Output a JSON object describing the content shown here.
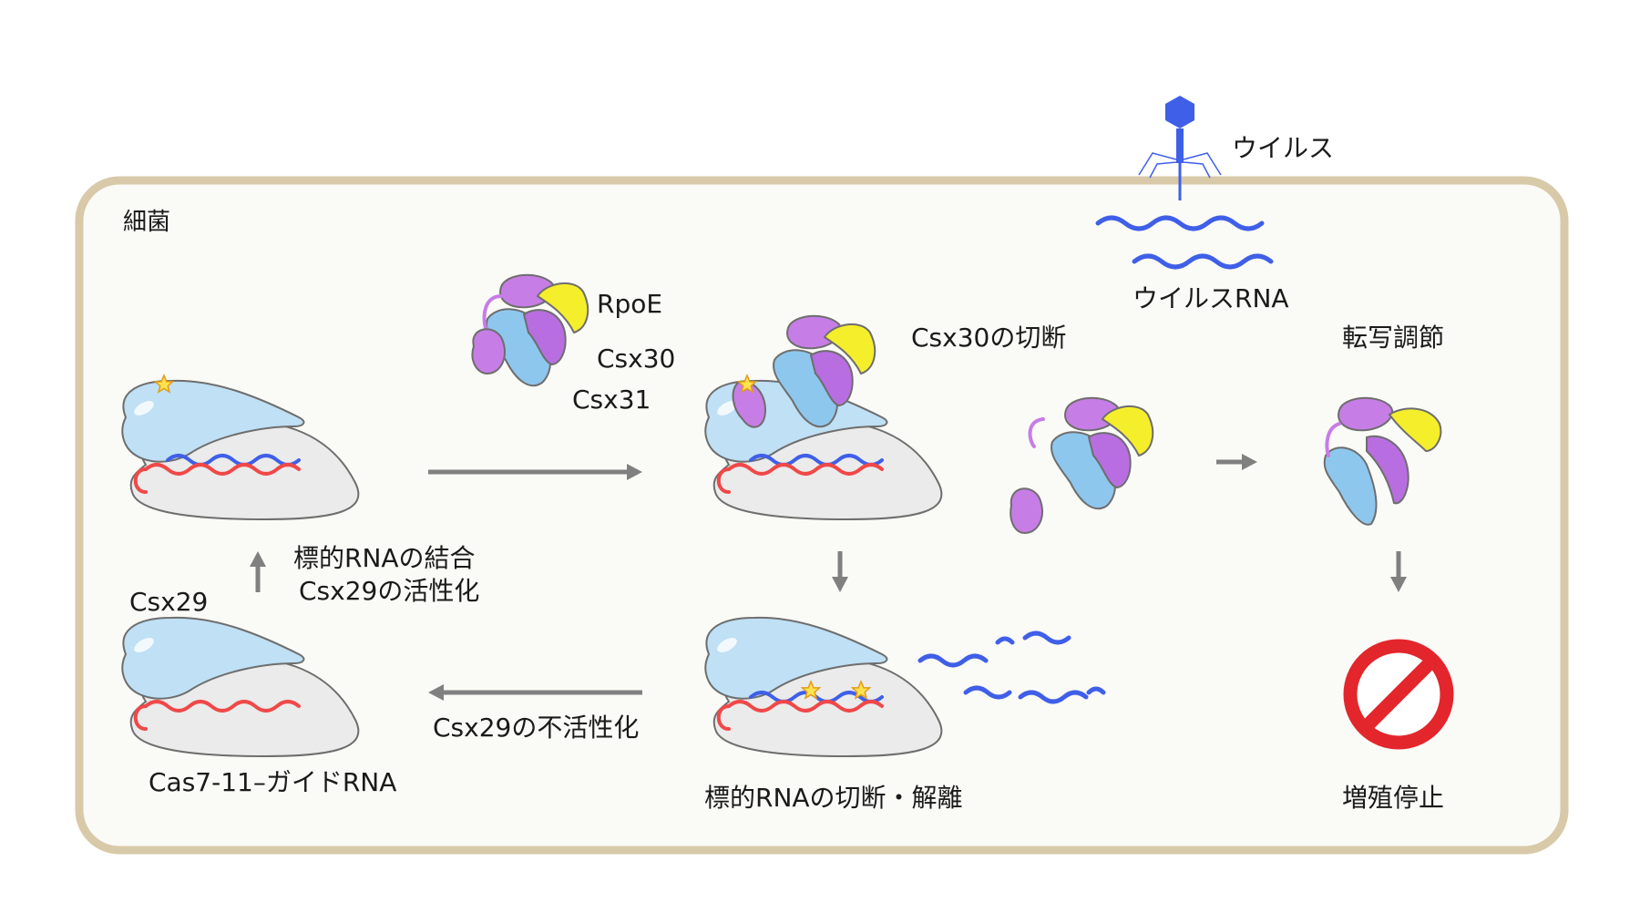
{
  "labels": {
    "bacterium": "細菌",
    "virus": "ウイルス",
    "viral_rna": "ウイルスRNA",
    "rpoe": "RpoE",
    "csx30_a": "Csx30",
    "csx31": "Csx31",
    "csx30_cleavage": "Csx30の切断",
    "transcription_regulation": "転写調節",
    "target_binding_line1": "標的RNAの結合",
    "target_binding_line2": "Csx29の活性化",
    "csx29": "Csx29",
    "csx29_inactivation": "Csx29の不活性化",
    "cas7_11_guide": "Cas7-11–ガイドRNA",
    "target_cleavage_release": "標的RNAの切断・解離",
    "growth_arrest": "増殖停止"
  },
  "colors": {
    "cell_border": "#d8c9a8",
    "cas7_11": "#ebebeb",
    "csx29": "#bfe0f5",
    "rpoe_purple": "#c77de6",
    "csx30_yellow": "#f5ee2a",
    "csx31_blue": "#8ec7ee",
    "guide_rna_red": "#f04848",
    "target_rna_blue": "#3f5fe8",
    "arrow_gray": "#808080",
    "stop_red": "#e3262b",
    "virus_blue": "#3f5fe8",
    "star_yellow": "#ffe34d"
  }
}
